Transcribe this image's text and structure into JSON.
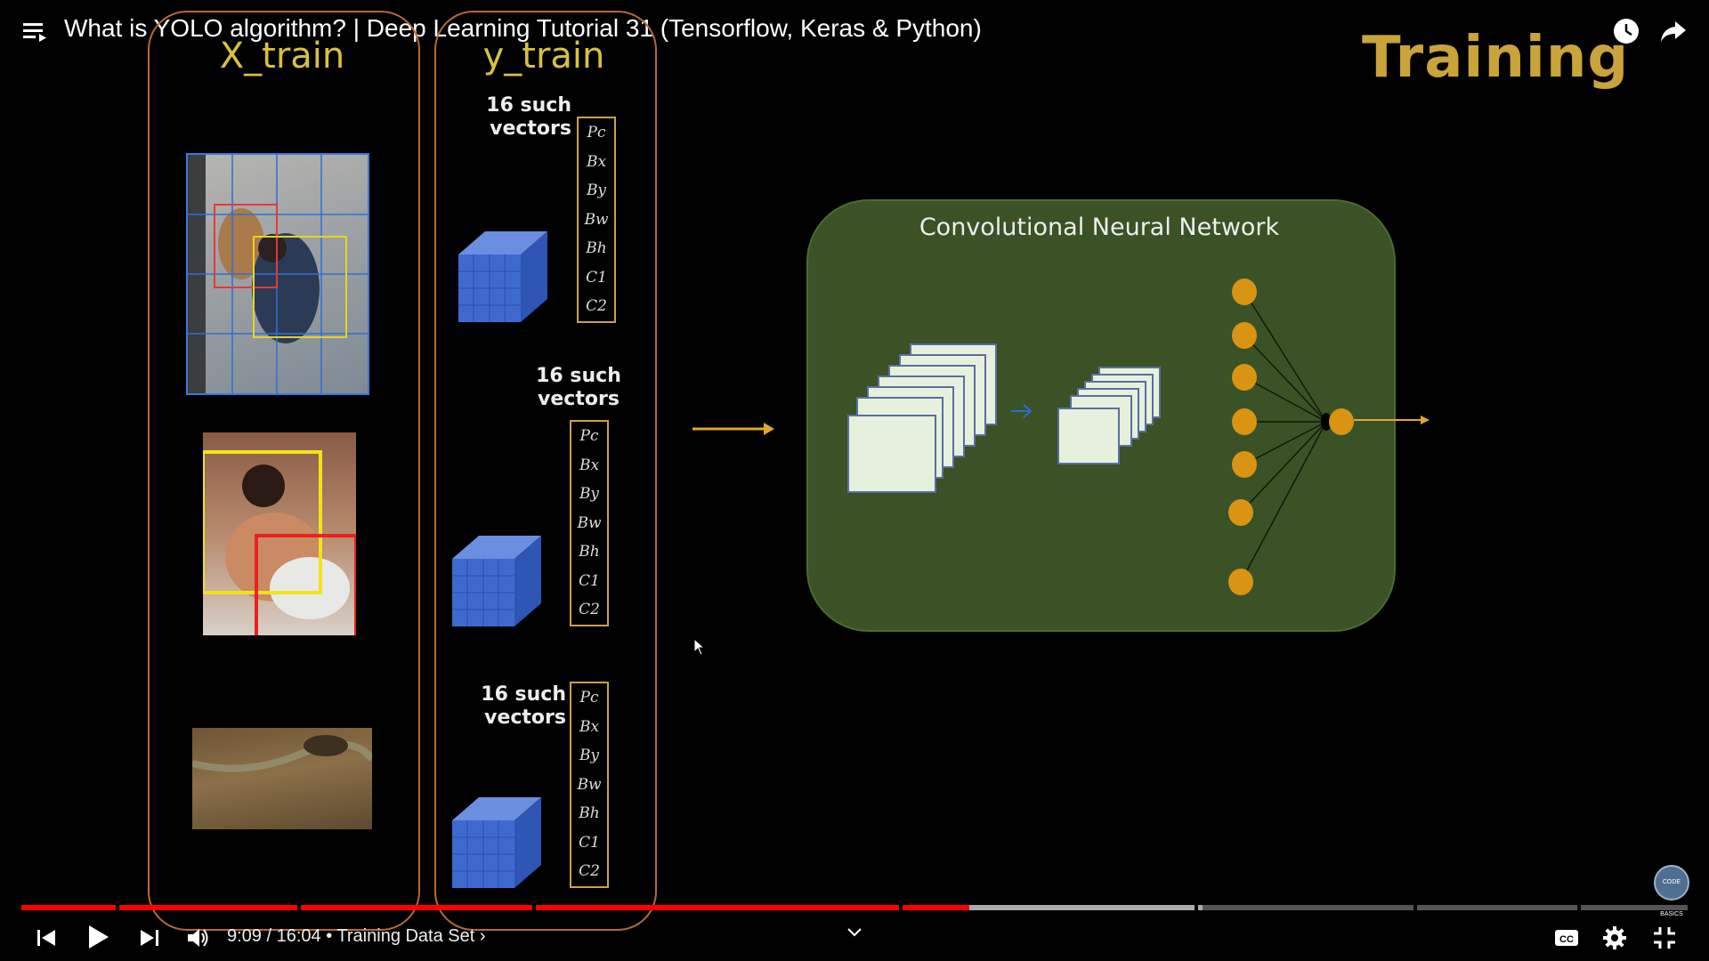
{
  "header": {
    "video_title": "What is YOLO algorithm? | Deep Learning Tutorial 31 (Tensorflow, Keras & Python)"
  },
  "slide": {
    "x_train_title": "X_train",
    "y_train_title": "y_train",
    "heading": "Training",
    "vector_labels": [
      {
        "line1": "16 such",
        "line2": "vectors"
      },
      {
        "line1": "16 such",
        "line2": "vectors"
      },
      {
        "line1": "16 such",
        "line2": "vectors"
      }
    ],
    "vector_items": [
      "Pc",
      "Bx",
      "By",
      "Bw",
      "Bh",
      "C1",
      "C2"
    ],
    "cnn_title": "Convolutional Neural Network",
    "watermark": "CODE BASICS"
  },
  "player": {
    "current_time": "9:09",
    "duration": "16:04",
    "time_display": "9:09 / 16:04",
    "chapter": "Training Data Set",
    "played_fraction": 0.569
  },
  "colors": {
    "progress_played": "#ff0000",
    "progress_buffered": "#aaaaaa",
    "panel_border": "#b56a33",
    "title_gold": "#d7c23c",
    "cnn_green": "#3a5226",
    "neuron_orange": "#d89412"
  },
  "icons": [
    "menu-icon",
    "clock-icon",
    "share-icon",
    "previous-icon",
    "play-icon",
    "next-icon",
    "volume-icon",
    "chevron-down-icon",
    "captions-icon",
    "settings-icon",
    "exit-fullscreen-icon"
  ]
}
